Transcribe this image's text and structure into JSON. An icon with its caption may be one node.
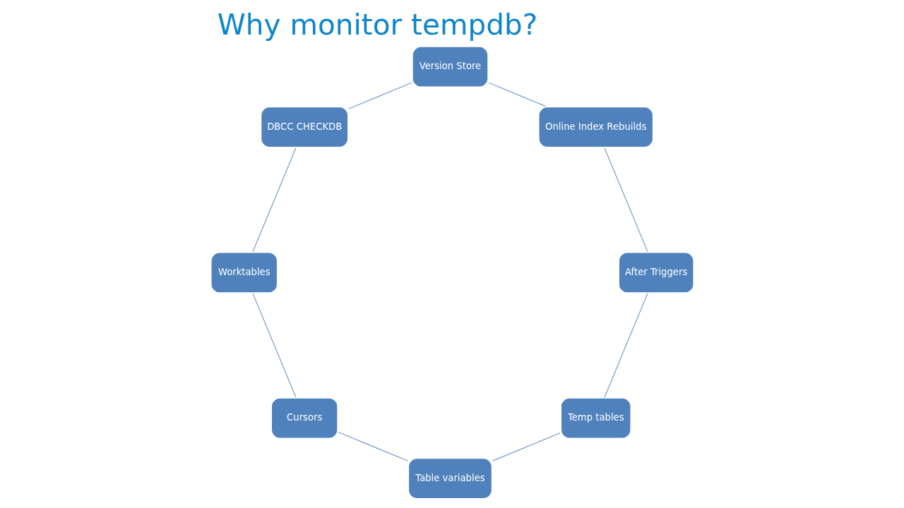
{
  "diagram": {
    "title": "Why monitor tempdb?",
    "nodes": [
      {
        "text": [
          "Temp tables"
        ]
      },
      {
        "text": [
          "Table variables"
        ]
      },
      {
        "text": [
          "Cursors"
        ]
      },
      {
        "text": [
          "Worktables"
        ]
      },
      {
        "text": [
          "DBCC CHECKDB"
        ]
      },
      {
        "text": [
          "Version Store"
        ]
      },
      {
        "text": [
          "Online Index Rebuilds"
        ]
      },
      {
        "text": [
          "After Triggers"
        ]
      }
    ],
    "edges": [
      {
        "from": 0,
        "to": 1,
        "arrow": "none"
      },
      {
        "from": 1,
        "to": 2,
        "arrow": "none"
      },
      {
        "from": 2,
        "to": 3,
        "arrow": "none"
      },
      {
        "from": 3,
        "to": 4,
        "arrow": "none"
      },
      {
        "from": 4,
        "to": 5,
        "arrow": "none"
      },
      {
        "from": 5,
        "to": 6,
        "arrow": "none"
      },
      {
        "from": 6,
        "to": 7,
        "arrow": "none"
      },
      {
        "from": 7,
        "to": 0,
        "arrow": "none"
      }
    ]
  }
}
